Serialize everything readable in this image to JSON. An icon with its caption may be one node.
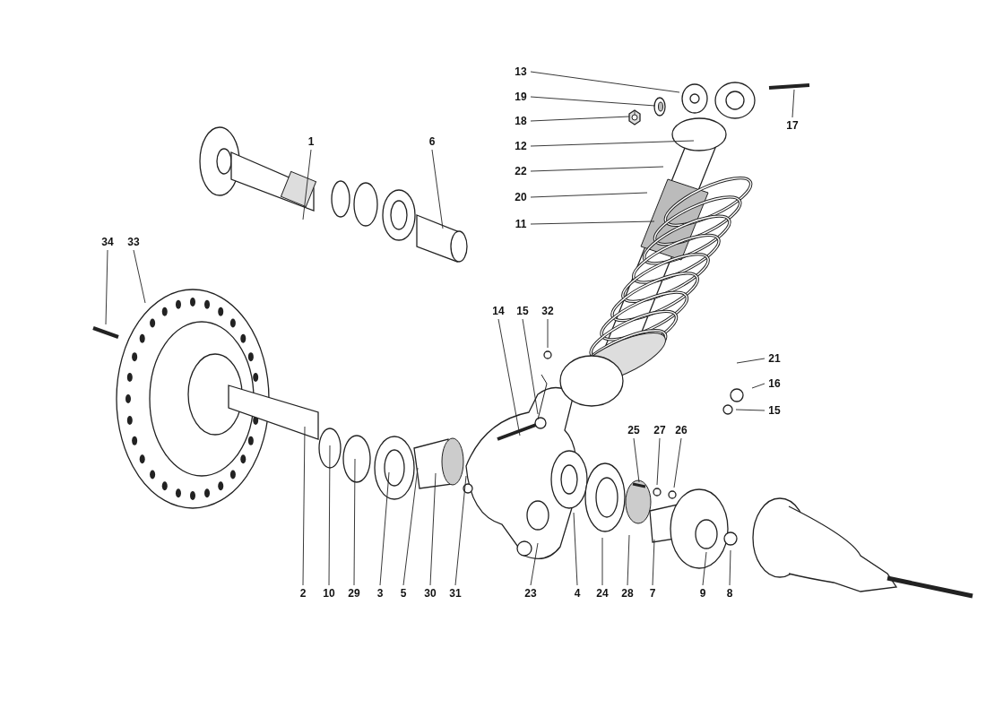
{
  "diagram": {
    "nodes": [
      {
        "text": [
          "13"
        ]
      },
      {
        "text": [
          "1"
        ]
      },
      {
        "text": [
          "6"
        ]
      },
      {
        "text": [
          "19"
        ]
      },
      {
        "text": [
          "18"
        ]
      },
      {
        "text": [
          "17"
        ]
      },
      {
        "text": [
          "12"
        ]
      },
      {
        "text": [
          "22"
        ]
      },
      {
        "text": [
          "20"
        ]
      },
      {
        "text": [
          "11"
        ]
      },
      {
        "text": [
          "34"
        ]
      },
      {
        "text": [
          "33"
        ]
      },
      {
        "text": [
          "14"
        ]
      },
      {
        "text": [
          "15"
        ]
      },
      {
        "text": [
          "32"
        ]
      },
      {
        "text": [
          "21"
        ]
      },
      {
        "text": [
          "16"
        ]
      },
      {
        "text": [
          "15"
        ]
      },
      {
        "text": [
          "25"
        ]
      },
      {
        "text": [
          "27"
        ]
      },
      {
        "text": [
          "26"
        ]
      },
      {
        "text": [
          "2"
        ]
      },
      {
        "text": [
          "10"
        ]
      },
      {
        "text": [
          "29"
        ]
      },
      {
        "text": [
          "3"
        ]
      },
      {
        "text": [
          "5"
        ]
      },
      {
        "text": [
          "30"
        ]
      },
      {
        "text": [
          "31"
        ]
      },
      {
        "text": [
          "23"
        ]
      },
      {
        "text": [
          "4"
        ]
      },
      {
        "text": [
          "24"
        ]
      },
      {
        "text": [
          "28"
        ]
      },
      {
        "text": [
          "7"
        ]
      },
      {
        "text": [
          "9"
        ]
      },
      {
        "text": [
          "8"
        ]
      },
      {
        "text": [],
        "shape": "picture"
      },
      {
        "text": [],
        "shape": "picture"
      }
    ],
    "edges": [
      {
        "from": 0,
        "to": null,
        "arrow": "none"
      },
      {
        "from": 1,
        "to": null,
        "arrow": "none"
      },
      {
        "from": 2,
        "to": null,
        "arrow": "none"
      },
      {
        "from": 3,
        "to": 35,
        "arrow": "none"
      },
      {
        "from": 4,
        "to": 36,
        "arrow": "none"
      },
      {
        "from": 5,
        "to": null,
        "arrow": "none"
      },
      {
        "from": 6,
        "to": null,
        "arrow": "none"
      },
      {
        "from": 7,
        "to": null,
        "arrow": "none"
      },
      {
        "from": 8,
        "to": null,
        "arrow": "none"
      },
      {
        "from": 9,
        "to": null,
        "arrow": "none"
      },
      {
        "from": 10,
        "to": null,
        "arrow": "none"
      },
      {
        "from": 11,
        "to": null,
        "arrow": "none"
      },
      {
        "from": 12,
        "to": null,
        "arrow": "none"
      },
      {
        "from": 13,
        "to": null,
        "arrow": "none"
      },
      {
        "from": 14,
        "to": null,
        "arrow": "none"
      },
      {
        "from": 15,
        "to": null,
        "arrow": "none"
      },
      {
        "from": 16,
        "to": null,
        "arrow": "none"
      },
      {
        "from": 17,
        "to": null,
        "arrow": "none"
      },
      {
        "from": 18,
        "to": null,
        "arrow": "none"
      },
      {
        "from": 19,
        "to": null,
        "arrow": "none"
      },
      {
        "from": 20,
        "to": null,
        "arrow": "none"
      },
      {
        "from": 21,
        "to": null,
        "arrow": "none"
      },
      {
        "from": 22,
        "to": null,
        "arrow": "none"
      },
      {
        "from": 23,
        "to": null,
        "arrow": "none"
      },
      {
        "from": 24,
        "to": null,
        "arrow": "none"
      },
      {
        "from": 25,
        "to": null,
        "arrow": "none"
      },
      {
        "from": 26,
        "to": null,
        "arrow": "none"
      },
      {
        "from": 27,
        "to": null,
        "arrow": "none"
      },
      {
        "from": 28,
        "to": null,
        "arrow": "none"
      },
      {
        "from": 29,
        "to": null,
        "arrow": "none"
      },
      {
        "from": 30,
        "to": null,
        "arrow": "none"
      },
      {
        "from": 31,
        "to": null,
        "arrow": "none"
      },
      {
        "from": 32,
        "to": null,
        "arrow": "none"
      },
      {
        "from": 33,
        "to": null,
        "arrow": "none"
      },
      {
        "from": 34,
        "to": null,
        "arrow": "none"
      }
    ]
  }
}
